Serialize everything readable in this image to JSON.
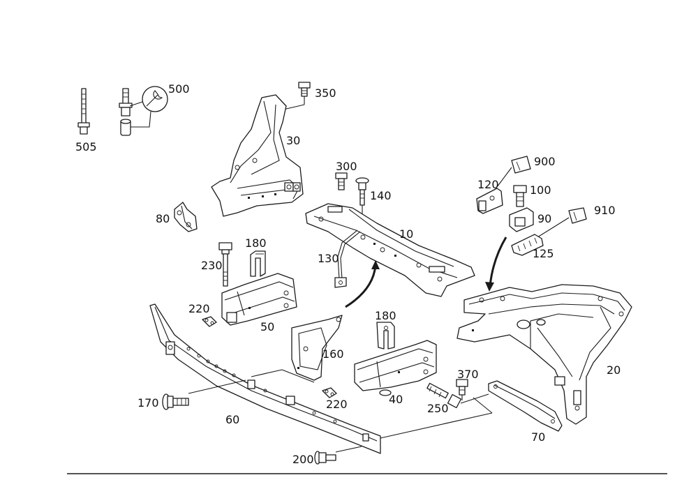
{
  "diagram": {
    "part_numbers": {
      "p505": "505",
      "p500": "500",
      "p350": "350",
      "p30": "30",
      "p300": "300",
      "p140": "140",
      "p10": "10",
      "p80": "80",
      "p180a": "180",
      "p230": "230",
      "p130": "130",
      "p220a": "220",
      "p50": "50",
      "p160": "160",
      "p180b": "180",
      "p220b": "220",
      "p40": "40",
      "p170": "170",
      "p60": "60",
      "p200": "200",
      "p370": "370",
      "p250": "250",
      "p900": "900",
      "p120": "120",
      "p100": "100",
      "p910": "910",
      "p90": "90",
      "p125": "125",
      "p20": "20",
      "p70": "70"
    }
  },
  "colors": {
    "line": "#1a1a1a",
    "background": "#ffffff"
  }
}
